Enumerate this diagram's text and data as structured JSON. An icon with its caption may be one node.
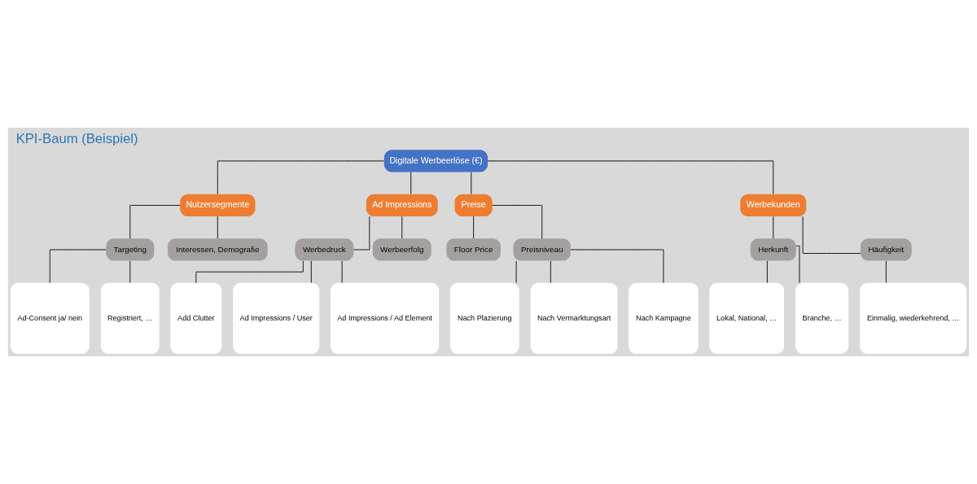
{
  "diagram": {
    "title": "KPI-Baum (Beispiel)",
    "nodes": [
      {
        "text": [
          "Digitale Werbeerlöse (€)"
        ]
      },
      {
        "text": [
          "Nutzersegmente"
        ]
      },
      {
        "text": [
          "Ad Impressions"
        ]
      },
      {
        "text": [
          "Preise"
        ]
      },
      {
        "text": [
          "Werbekunden"
        ]
      },
      {
        "text": [
          "Targeting"
        ]
      },
      {
        "text": [
          "Interessen, Demografie"
        ]
      },
      {
        "text": [
          "Werbedruck"
        ]
      },
      {
        "text": [
          "Werbeerfolg"
        ]
      },
      {
        "text": [
          "Floor Price"
        ]
      },
      {
        "text": [
          "Preisniveau"
        ]
      },
      {
        "text": [
          "Herkunft"
        ]
      },
      {
        "text": [
          "Häufigkeit"
        ]
      },
      {
        "text": [
          "Ad-Consent ja/ nein"
        ]
      },
      {
        "text": [
          "Registriert, …"
        ]
      },
      {
        "text": [
          "Add Clutter"
        ]
      },
      {
        "text": [
          "Ad Impressions / User"
        ]
      },
      {
        "text": [
          "Ad Impressions / Ad Element"
        ]
      },
      {
        "text": [
          "Nach Plazierung"
        ]
      },
      {
        "text": [
          "Nach Vermarktungsart"
        ]
      },
      {
        "text": [
          "Nach Kampagne"
        ]
      },
      {
        "text": [
          "Lokal, National, …"
        ]
      },
      {
        "text": [
          "Branche, …"
        ]
      },
      {
        "text": [
          "Einmalig, wiederkehrend, …"
        ]
      }
    ],
    "edges": [
      {
        "from": 0,
        "to": 1,
        "arrow": "none"
      },
      {
        "from": 0,
        "to": 2,
        "arrow": "none"
      },
      {
        "from": 0,
        "to": 3,
        "arrow": "none"
      },
      {
        "from": 0,
        "to": 4,
        "arrow": "none"
      },
      {
        "from": 1,
        "to": 5,
        "arrow": "none"
      },
      {
        "from": 1,
        "to": 6,
        "arrow": "none"
      },
      {
        "from": 2,
        "to": 7,
        "arrow": "none"
      },
      {
        "from": 2,
        "to": 8,
        "arrow": "none"
      },
      {
        "from": 3,
        "to": 9,
        "arrow": "none"
      },
      {
        "from": 3,
        "to": 10,
        "arrow": "none"
      },
      {
        "from": 4,
        "to": 11,
        "arrow": "none"
      },
      {
        "from": 4,
        "to": 12,
        "arrow": "none"
      },
      {
        "from": 5,
        "to": 13,
        "arrow": "none"
      },
      {
        "from": 5,
        "to": 14,
        "arrow": "none"
      },
      {
        "from": 7,
        "to": 15,
        "arrow": "none"
      },
      {
        "from": 7,
        "to": 16,
        "arrow": "none"
      },
      {
        "from": 7,
        "to": 17,
        "arrow": "none"
      },
      {
        "from": 10,
        "to": 18,
        "arrow": "none"
      },
      {
        "from": 10,
        "to": 19,
        "arrow": "none"
      },
      {
        "from": 10,
        "to": 20,
        "arrow": "none"
      },
      {
        "from": 11,
        "to": 21,
        "arrow": "none"
      },
      {
        "from": 11,
        "to": 22,
        "arrow": "none"
      },
      {
        "from": 12,
        "to": 23,
        "arrow": "none"
      }
    ]
  }
}
